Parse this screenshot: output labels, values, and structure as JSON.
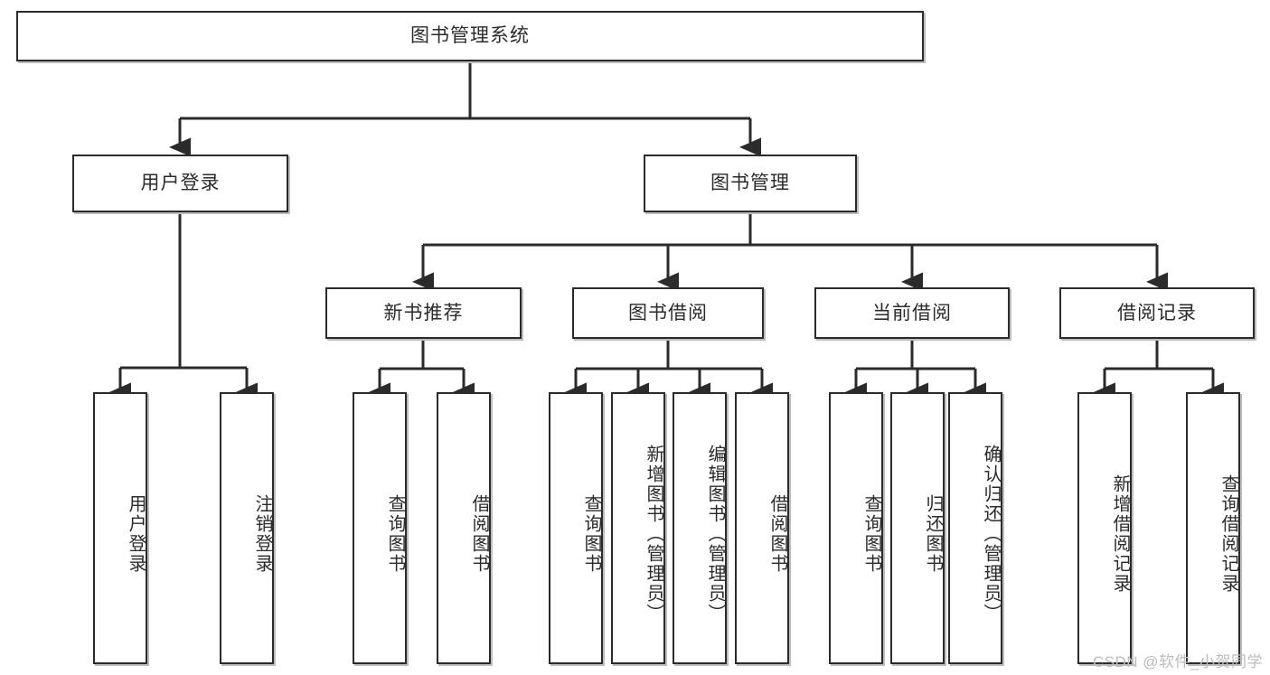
{
  "diagram": {
    "title": "图书管理系统",
    "type": "hierarchy-tree",
    "watermark": "CSDN @软件_小贺同学",
    "colors": {
      "border": "#2b2b2b",
      "shadow": "#bdbdbd",
      "background": "#ffffff",
      "text": "#2b2b2b",
      "watermark": "#bcbcbc"
    },
    "root": {
      "label": "图书管理系统"
    },
    "level2": [
      {
        "label": "用户登录"
      },
      {
        "label": "图书管理"
      }
    ],
    "level3": [
      {
        "label": "新书推荐"
      },
      {
        "label": "图书借阅"
      },
      {
        "label": "当前借阅"
      },
      {
        "label": "借阅记录"
      }
    ],
    "leaves": {
      "user_login": [
        {
          "label": "用户登录"
        },
        {
          "label": "注销登录"
        }
      ],
      "new_book_recommend": [
        {
          "label": "查询图书"
        },
        {
          "label": "借阅图书"
        }
      ],
      "book_borrow": [
        {
          "label": "查询图书"
        },
        {
          "label": "新增图书（管理员）"
        },
        {
          "label": "编辑图书（管理员）"
        },
        {
          "label": "借阅图书"
        }
      ],
      "current_borrow": [
        {
          "label": "查询图书"
        },
        {
          "label": "归还图书"
        },
        {
          "label": "确认归还（管理员）"
        }
      ],
      "borrow_record": [
        {
          "label": "新增借阅记录"
        },
        {
          "label": "查询借阅记录"
        }
      ]
    }
  }
}
